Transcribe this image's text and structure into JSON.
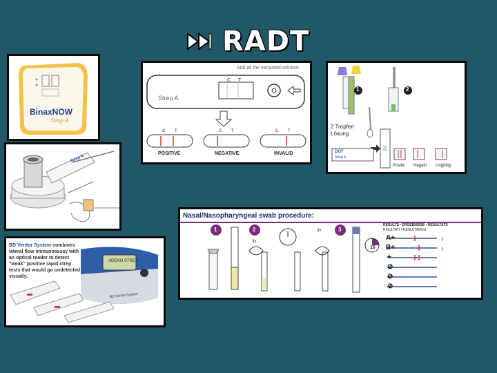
{
  "slide": {
    "title": "RADT",
    "title_icon": "fast-forward-icon",
    "background": "#215868"
  },
  "binax": {
    "brand": "BinaxNOW",
    "product": "Strep A"
  },
  "strep_kit": {
    "device_label": "Strep A"
  },
  "veritor": {
    "brand": "BD Veritor System",
    "description": "combines lateral flow immunoassay with an optical reader to detect \"weak\" positive rapid strep tests that would go undetected visually.",
    "screen_text": "ADENO STREP",
    "device_label": "BD Veritor System"
  },
  "diagram": {
    "instruction": "Add all the extracted solution",
    "c_label": "C",
    "t_label": "T",
    "cassette_label": "Strep A",
    "results": [
      {
        "label": "POSITIVE"
      },
      {
        "label": "NEGATIVE"
      },
      {
        "label": "INVALID"
      }
    ]
  },
  "german": {
    "step_1": "1",
    "step_2": "2",
    "drops_text": "2 Tropfen",
    "solution_text": "Lösung",
    "cassette_label": "DOT",
    "cassette_sub": "Strep A",
    "results": [
      "Positiv",
      "Negativ",
      "Ungültig"
    ]
  },
  "nasal": {
    "title": "Nasal/Nasopharyngeal swab procedure:",
    "steps": [
      "1",
      "2",
      "3"
    ],
    "rotation_1": "3x",
    "rotation_2": "3x",
    "timer_value": "10",
    "results_header": "RESULTS ▪ ERGEBNISSE ▪ RÉSULTATS",
    "results_subheader": "RISULTATI ▪ RESULTADOS",
    "result_labels": [
      "A+",
      "B+",
      "+",
      "⊘",
      "⊘",
      "⊘"
    ]
  }
}
